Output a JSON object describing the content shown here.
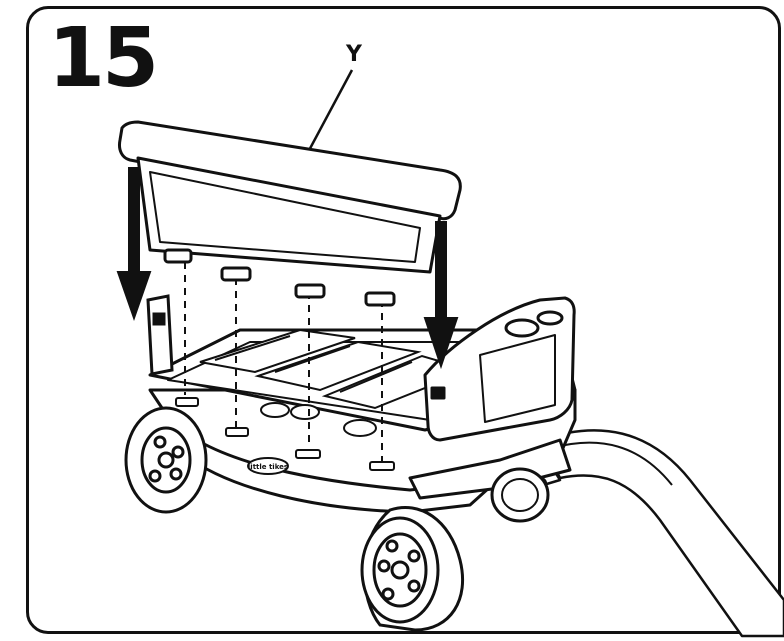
{
  "step": {
    "number": "15"
  },
  "callout": {
    "label": "Y"
  },
  "wagon": {
    "brand_badge": "little tikes"
  },
  "colors": {
    "ink": "#111111",
    "paper": "#ffffff",
    "shade": "#dddddd"
  }
}
